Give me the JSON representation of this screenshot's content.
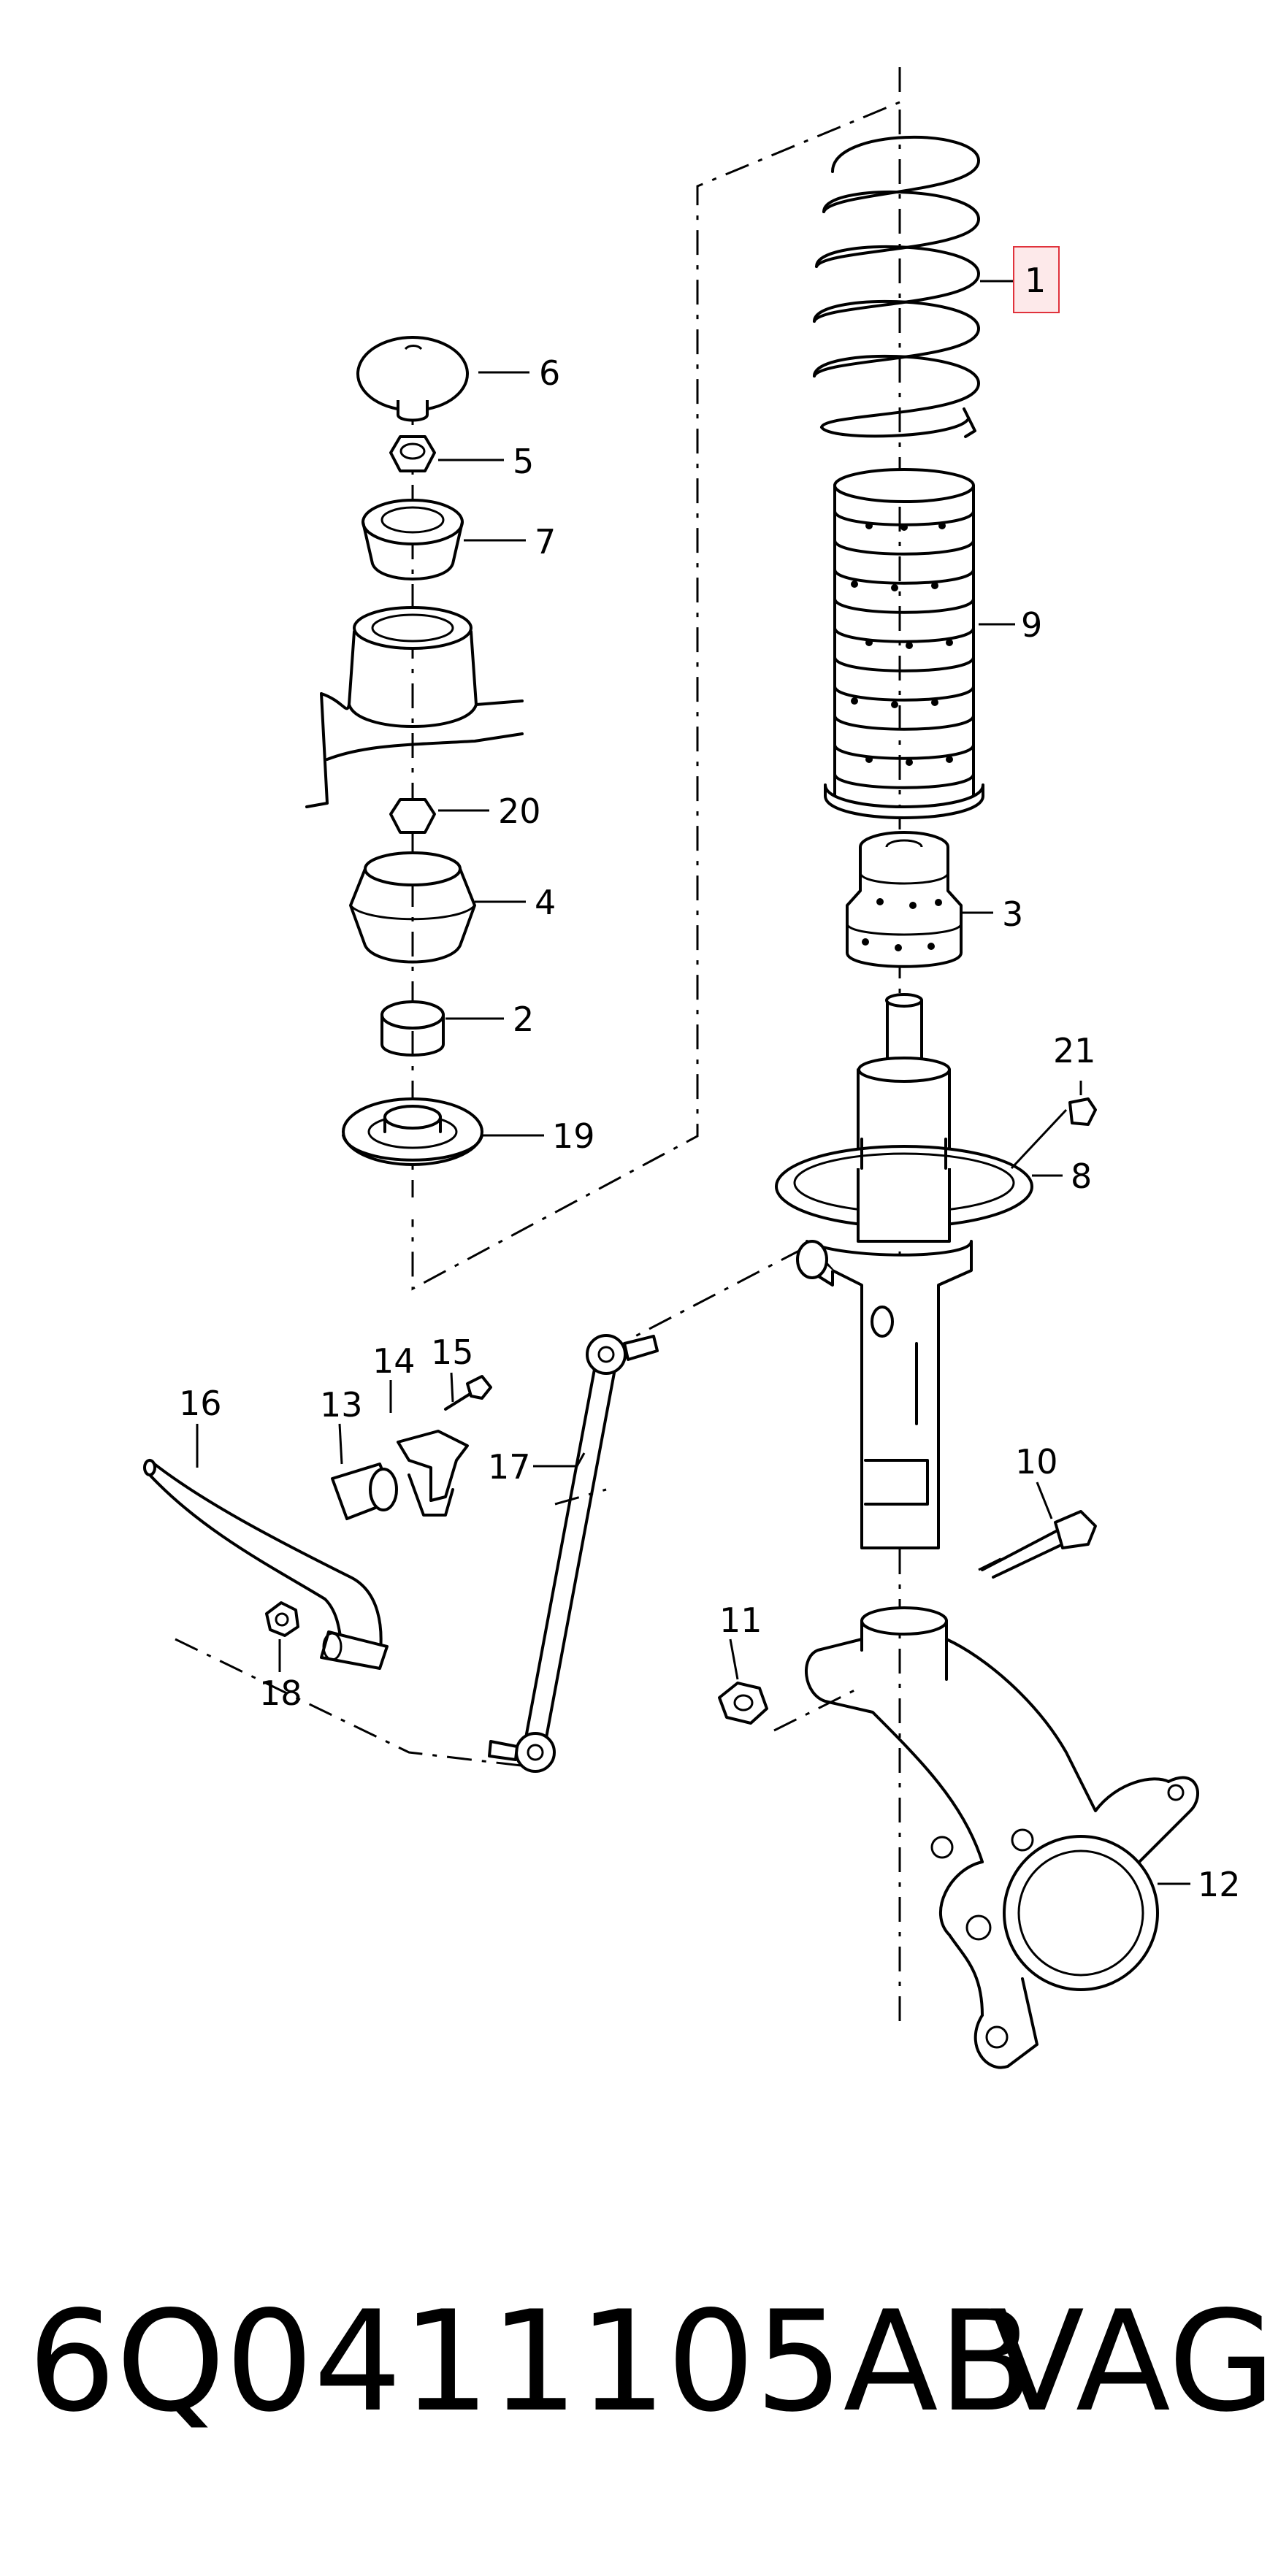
{
  "diagram": {
    "callouts": [
      {
        "id": "1",
        "label": "1",
        "highlighted": true
      },
      {
        "id": "2",
        "label": "2"
      },
      {
        "id": "3",
        "label": "3"
      },
      {
        "id": "4",
        "label": "4"
      },
      {
        "id": "5",
        "label": "5"
      },
      {
        "id": "6",
        "label": "6"
      },
      {
        "id": "7",
        "label": "7"
      },
      {
        "id": "8",
        "label": "8"
      },
      {
        "id": "9",
        "label": "9"
      },
      {
        "id": "10",
        "label": "10"
      },
      {
        "id": "11",
        "label": "11"
      },
      {
        "id": "12",
        "label": "12"
      },
      {
        "id": "13",
        "label": "13"
      },
      {
        "id": "14",
        "label": "14"
      },
      {
        "id": "15",
        "label": "15"
      },
      {
        "id": "16",
        "label": "16"
      },
      {
        "id": "17",
        "label": "17"
      },
      {
        "id": "18",
        "label": "18"
      },
      {
        "id": "19",
        "label": "19"
      },
      {
        "id": "20",
        "label": "20"
      },
      {
        "id": "21",
        "label": "21"
      }
    ],
    "highlight_color": "#e0323c",
    "highlight_fill": "#fde9ea",
    "line_color": "#000000"
  },
  "footer": {
    "part_number": "6Q0411105AB",
    "brand": "VAG"
  }
}
